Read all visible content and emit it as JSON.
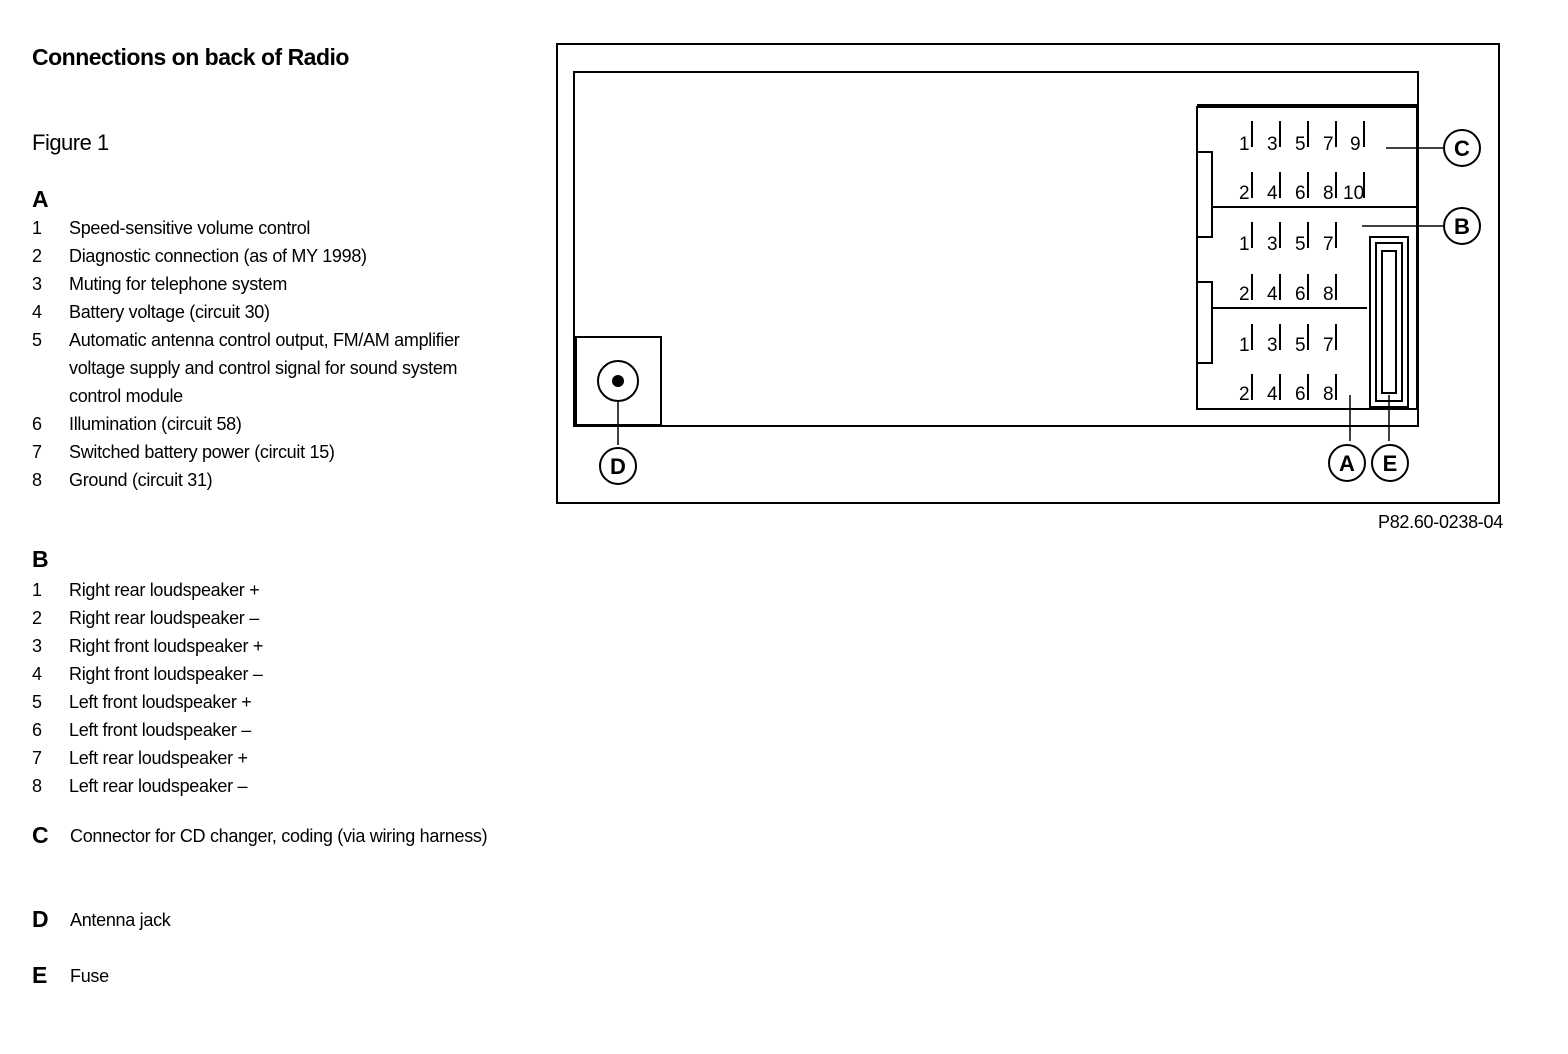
{
  "title": "Connections on back of Radio",
  "figure_label": "Figure 1",
  "section_a": {
    "letter": "A",
    "items": [
      {
        "num": "1",
        "text": "Speed-sensitive volume control"
      },
      {
        "num": "2",
        "text": "Diagnostic connection (as of MY 1998)"
      },
      {
        "num": "3",
        "text": "Muting for telephone system"
      },
      {
        "num": "4",
        "text": "Battery voltage (circuit 30)"
      },
      {
        "num": "5",
        "lines": [
          "Automatic antenna control output,  FM/AM amplifier",
          "voltage supply and control signal for sound system",
          "control module"
        ]
      },
      {
        "num": "6",
        "text": "Illumination (circuit 58)"
      },
      {
        "num": "7",
        "text": "Switched battery power (circuit 15)"
      },
      {
        "num": "8",
        "text": "Ground (circuit 31)"
      }
    ]
  },
  "section_b": {
    "letter": "B",
    "items": [
      {
        "num": "1",
        "text": "Right rear loudspeaker  +"
      },
      {
        "num": "2",
        "text": "Right rear loudspeaker –"
      },
      {
        "num": "3",
        "text": "Right front loudspeaker  +"
      },
      {
        "num": "4",
        "text": "Right front loudspeaker –"
      },
      {
        "num": "5",
        "text": "Left front loudspeaker  +"
      },
      {
        "num": "6",
        "text": "Left front loudspeaker –"
      },
      {
        "num": "7",
        "text": "Left rear loudspeaker  +"
      },
      {
        "num": "8",
        "text": "Left rear loudspeaker –"
      }
    ]
  },
  "section_c": {
    "letter": "C",
    "text": "Connector for CD changer, coding (via wiring harness)"
  },
  "section_d": {
    "letter": "D",
    "text": "Antenna jack"
  },
  "section_e": {
    "letter": "E",
    "text": "Fuse"
  },
  "diagram": {
    "callouts": [
      "C",
      "B",
      "A",
      "E",
      "D"
    ],
    "connector_c_pins": {
      "top": [
        "1",
        "3",
        "5",
        "7",
        "9"
      ],
      "bottom": [
        "2",
        "4",
        "6",
        "8",
        "10"
      ]
    },
    "connector_b_pins": {
      "top": [
        "1",
        "3",
        "5",
        "7"
      ],
      "bottom": [
        "2",
        "4",
        "6",
        "8"
      ]
    },
    "connector_a_pins": {
      "top": [
        "1",
        "3",
        "5",
        "7"
      ],
      "bottom": [
        "2",
        "4",
        "6",
        "8"
      ]
    },
    "part_code": "P82.60-0238-04"
  }
}
